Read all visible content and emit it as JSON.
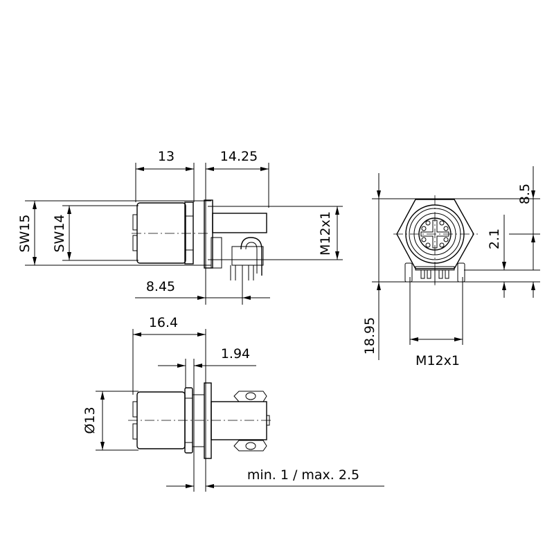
{
  "drawing": {
    "side_view": {
      "dim_body_length": "13",
      "dim_rear_length": "14.25",
      "dim_wrench_outer": "SW15",
      "dim_wrench_inner": "SW14",
      "dim_thread": "M12x1",
      "dim_pin_offset": "8.45"
    },
    "front_view": {
      "dim_top_height": "8.5",
      "dim_pin_height": "2.1",
      "dim_total_height": "18.95",
      "dim_thread": "M12x1"
    },
    "bottom_view": {
      "dim_front_length": "16.4",
      "dim_flange": "1.94",
      "dim_diameter": "Ø13",
      "dim_panel_thickness": "min. 1 / max. 2.5"
    },
    "line_color": "#000000",
    "background_color": "#ffffff"
  }
}
